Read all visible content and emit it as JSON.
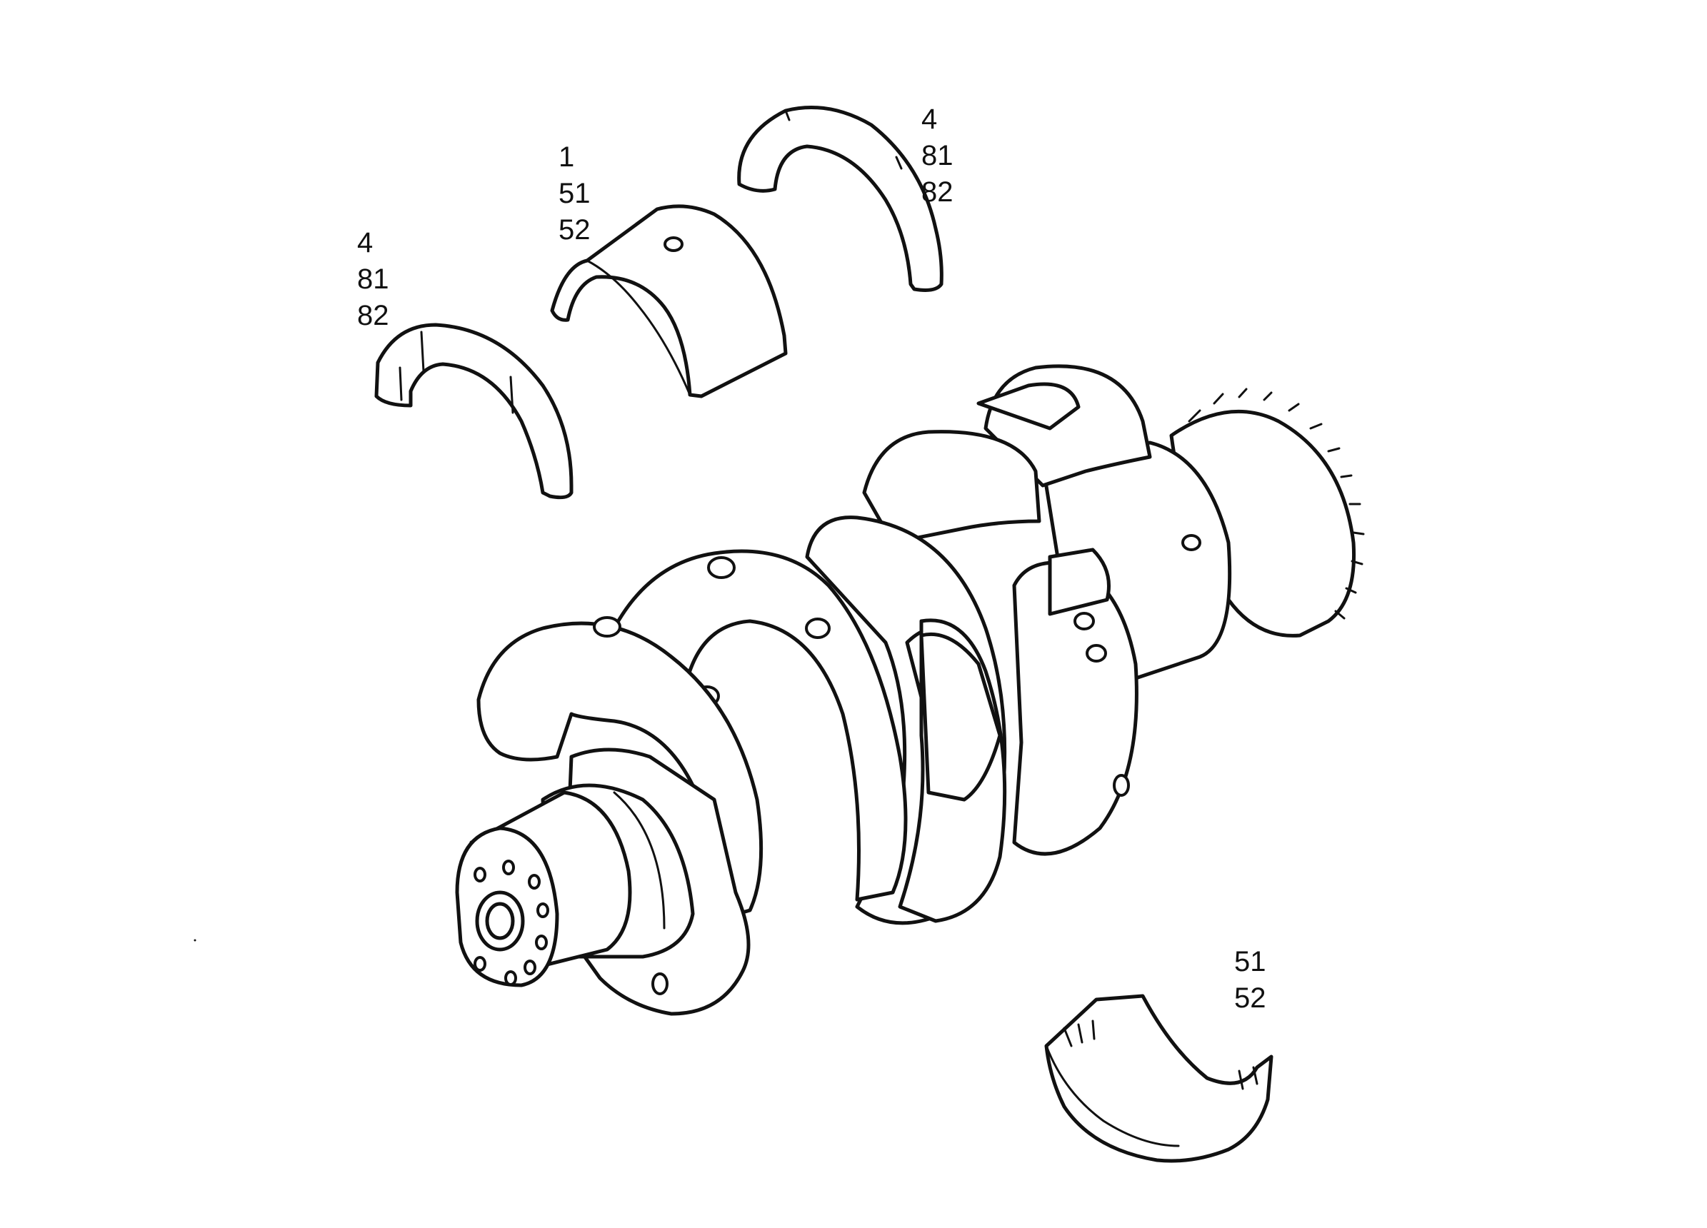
{
  "callouts": {
    "thrust_washer_left": [
      "4",
      "81",
      "82"
    ],
    "bearing_shell_top": [
      "1",
      "51",
      "52"
    ],
    "thrust_washer_right": [
      "4",
      "81",
      "82"
    ],
    "bearing_shell_lower": [
      "51",
      "52"
    ]
  },
  "colors": {
    "line": "#111111",
    "background": "#ffffff"
  }
}
